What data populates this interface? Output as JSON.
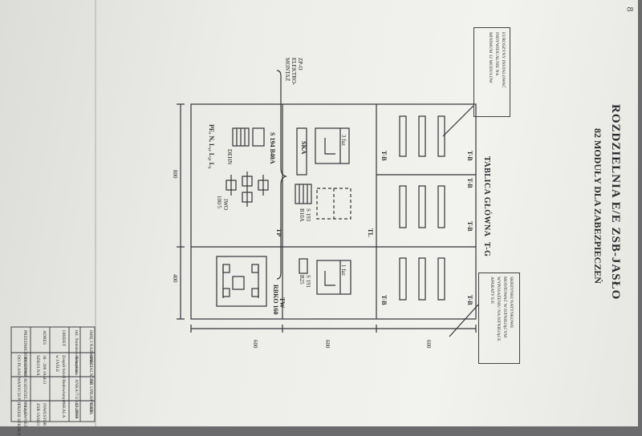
{
  "header": {
    "title": "ROZDZIELNIA  E/E  ZSB-JASŁO",
    "subtitle": "82 MODUŁY DLA ZABEZPIECZEŃ",
    "board": "TABLICA GŁÓWNA",
    "board_code": "T-G"
  },
  "notes": {
    "busbar": [
      "EUROSZYNY INSTALOWAĆ",
      "INDYWIDUALNIE NA",
      "MINIMUM 12 MODUŁÓW"
    ],
    "boxes": [
      "SKRZYNKI NATYNKOWE",
      "MONTOWAĆ W ISTNIEJĄCYM",
      "WYPOSAŻENIU NA ISTNIEJĄCE",
      "APARATY E/E"
    ],
    "zpp": [
      "ZP-O",
      "ELEKTRO-",
      "MONTAŻ"
    ]
  },
  "labels": {
    "tb": "T-B",
    "tl": "TL",
    "tp": "TP",
    "tw": "TW",
    "rbko": "RBKO 160",
    "ska": "SKA",
    "s193": [
      "S 193",
      "B10A"
    ],
    "s191": [
      "S 191",
      "B25"
    ],
    "s194": "S 194  B40A",
    "dehn": "DEHN",
    "iwo": [
      "IWO",
      "100/5"
    ],
    "pe": "PE, N, L₁, L₂, L₃",
    "faz3": "3 faz",
    "faz1": "1 faz"
  },
  "dimensions": {
    "d800": "800",
    "d400": "400",
    "d600_a": "600",
    "d600_b": "600",
    "d600_c": "600"
  },
  "stamp": {
    "row1": [
      "IMIĘ I NAZWISKO",
      "SPECJALNOŚĆ",
      "NR UPRAWNIEŃ",
      "DATA"
    ],
    "row2_name": "inż. Stanisław Kowalski",
    "row2_spec": "elektryczna",
    "row2_nr": "ANKA/7/2/342-46/83",
    "row2_date": "12. 2016",
    "obiekt_label": "OBIEKT",
    "obiekt": [
      "Zespół Szkół Budowlanych",
      "w JAŚLE"
    ],
    "adres_label": "ADRES",
    "adres": [
      "38 - 200 JASŁO",
      "SZKOLNA"
    ],
    "przedmiot_label": "PRZEDMIOT RYSUNKU",
    "przedmiot": [
      "OBUDOWA ROZDZIELNI GŁÓWNEJ",
      "DO PLANOWANYCH POTRZEB SZKOŁY"
    ],
    "skala_label": "SKALA",
    "inwestor_label": "INWESTOR",
    "inwestor": "ZSB JASŁO",
    "nr_label": "Nr rys.",
    "nr": "1"
  },
  "page_number": "8"
}
